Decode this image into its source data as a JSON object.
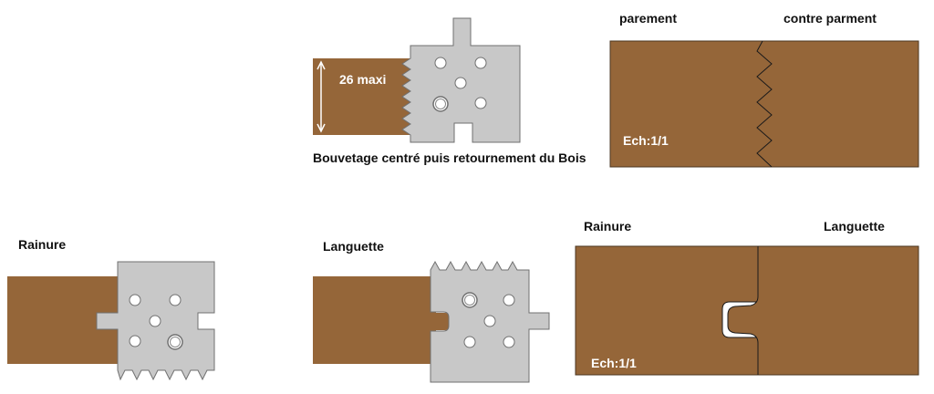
{
  "labels": {
    "dim_26_maxi": "26 maxi",
    "bouvetage_caption": "Bouvetage centré puis retournement du Bois",
    "parement": "parement",
    "contre_parment": "contre parment",
    "scale_top": "Ech:1/1",
    "rainure_left": "Rainure",
    "languette_middle": "Languette",
    "rainure_right": "Rainure",
    "languette_right": "Languette",
    "scale_bottom": "Ech:1/1"
  },
  "colors": {
    "wood": "#956639",
    "wood_stroke": "#4a3520",
    "cutter": "#c8c8c8",
    "cutter_stroke": "#707070",
    "hole": "#ffffff",
    "text_dark": "#111111",
    "text_light": "#ffffff"
  }
}
